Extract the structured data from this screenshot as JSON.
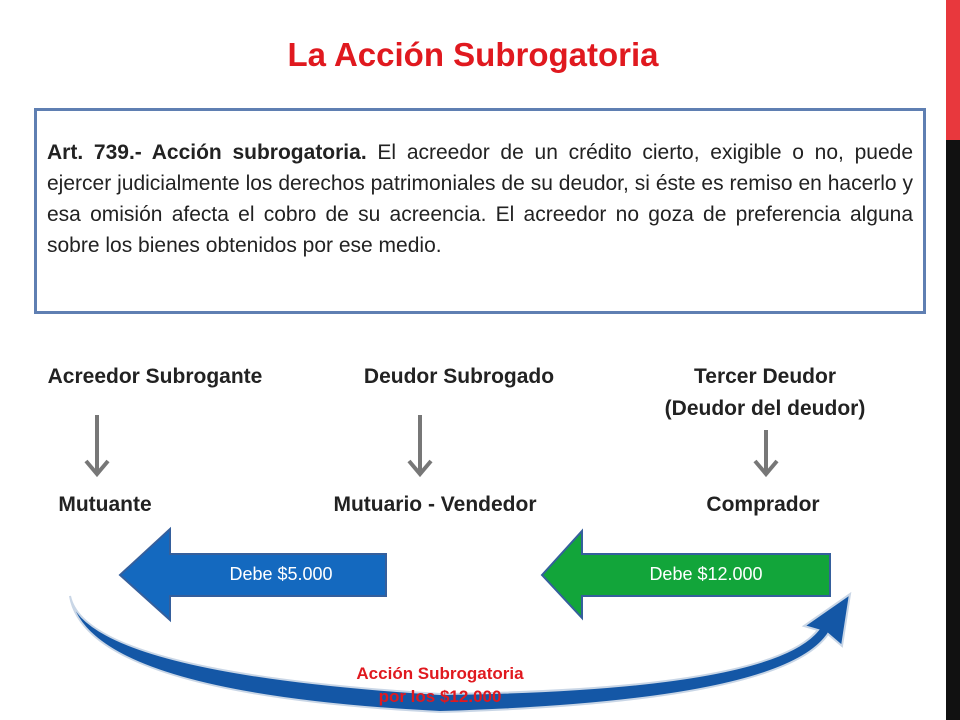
{
  "title": "La Acción Subrogatoria",
  "article": {
    "lead": "Art. 739.- Acción subrogatoria.",
    "body": "El acreedor de un crédito cierto, exigible o no, puede ejercer judicialmente los derechos patrimoniales de su deudor, si éste es remiso en hacerlo y esa omisión afecta el cobro de su acreencia. El acreedor no goza de preferencia alguna sobre los bienes obtenidos por ese medio."
  },
  "roles": {
    "acreedor": "Acreedor Subrogante",
    "deudor": "Deudor Subrogado",
    "tercero_line1": "Tercer Deudor",
    "tercero_line2": "(Deudor del deudor)"
  },
  "parties": {
    "mutuante": "Mutuante",
    "mutuario": "Mutuario - Vendedor",
    "comprador": "Comprador"
  },
  "debts": {
    "blue_label": "Debe $5.000",
    "green_label": "Debe $12.000"
  },
  "action": {
    "line1": "Acción  Subrogatoria",
    "line2": "por los $12.000"
  },
  "colors": {
    "title": "#e0191f",
    "box_border": "#5f7fb2",
    "blue_arrow": "#1469bf",
    "green_arrow": "#12a53a",
    "curve": "#1457a6",
    "grey_arrow": "#777777",
    "side_red": "#e8383d",
    "side_black": "#111111"
  }
}
